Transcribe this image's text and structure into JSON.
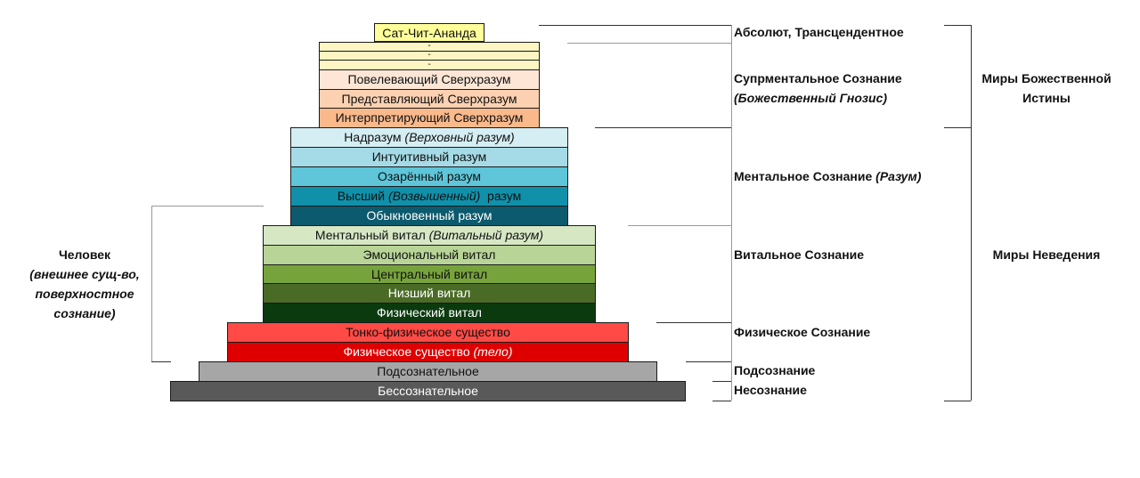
{
  "pyramid": {
    "top": {
      "text": "Сат-Чит-Ананда",
      "color": "#ffff99"
    },
    "dashes": [
      "-",
      "-",
      "-"
    ],
    "supramental": [
      {
        "text": "Повелевающий Сверхразум",
        "color": "#fde6d6"
      },
      {
        "text": "Представляющий Сверхразум",
        "color": "#fcd1b1"
      },
      {
        "text": "Интерпретирующий Сверхразум",
        "color": "#f9b98b"
      }
    ],
    "mental": [
      {
        "text": "Надразум ",
        "italic": "(Верховный разум)",
        "after": "",
        "color": "#d5eef3"
      },
      {
        "text": "Интуитивный разум",
        "color": "#a5dbe6"
      },
      {
        "text": "Озарённый разум",
        "color": "#5fc6d9"
      },
      {
        "text": "Высший ",
        "italic": "(Возвышенный)",
        "after": "  разум",
        "color": "#1190aa"
      },
      {
        "text": "Обыкновенный разум",
        "color": "#0b5a6d"
      }
    ],
    "vital": [
      {
        "text": "Ментальный витал ",
        "italic": "(Витальный разум)",
        "after": "",
        "color": "#d6e7c4"
      },
      {
        "text": "Эмоциональный витал",
        "color": "#b8d597"
      },
      {
        "text": "Центральный витал",
        "color": "#77a33d"
      },
      {
        "text": "Низший витал",
        "color": "#4a6b25"
      },
      {
        "text": "Физический витал",
        "color": "#0c3a0f"
      }
    ],
    "physical": [
      {
        "text": "Тонко-физическое существо",
        "color": "#ff4a45"
      },
      {
        "text": "Физическое существо ",
        "italic": "(тело)",
        "after": "",
        "color": "#de0000"
      }
    ],
    "subconscious": {
      "text": "Подсознательное",
      "color": "#a6a6a6"
    },
    "inconscient": {
      "text": "Бессознательное",
      "color": "#595959"
    }
  },
  "left_label": {
    "line1": "Человек",
    "line2": "(внешнее сущ-во,",
    "line3": "поверхностное",
    "line4": "сознание)"
  },
  "levels": {
    "absolute": "Абсолют, Трансцендентное",
    "supramental": "Супрментальное Сознание",
    "supramental_sub": "(Божественный Гнозис)",
    "mental": "Ментальное Сознание ",
    "mental_sub": "(Разум)",
    "vital": "Витальное Сознание",
    "physical": "Физическое Сознание",
    "subconscious": "Подсознание",
    "inconscient": "Несознание"
  },
  "worlds": {
    "divine_line1": "Миры Божественной",
    "divine_line2": "Истины",
    "ignorance": "Миры Неведения"
  }
}
